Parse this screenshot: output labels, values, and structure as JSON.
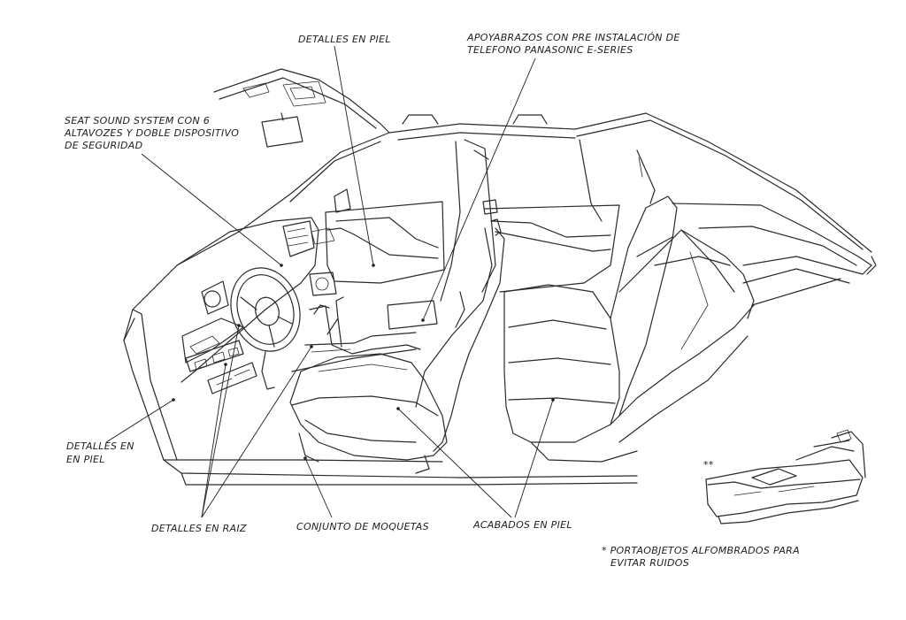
{
  "labels": {
    "detalles_piel_top": "DETALLES EN PIEL",
    "apoyabrazos_1": "APOYABRAZOS CON PRE INSTALACIÓN DE",
    "apoyabrazos_2": "TELEFONO PANASONIC E-SERIES",
    "seat_sound_1": "SEAT SOUND SYSTEM CON 6",
    "seat_sound_2": "ALTAVOZES Y DOBLE DISPOSITIVO",
    "seat_sound_3": "DE SEGURIDAD",
    "detalles_piel_left_1": "DETALLES EN",
    "detalles_piel_left_2": "EN PIEL",
    "detalles_raiz": "DETALLES EN RAIZ",
    "conjunto_moquetas": "CONJUNTO DE MOQUETAS",
    "acabados_piel": "ACABADOS EN PIEL",
    "inset_marker": "**",
    "portaobjetos_1": "* PORTAOBJETOS ALFOMBRADOS PARA",
    "portaobjetos_2": "EVITAR RUIDOS"
  }
}
